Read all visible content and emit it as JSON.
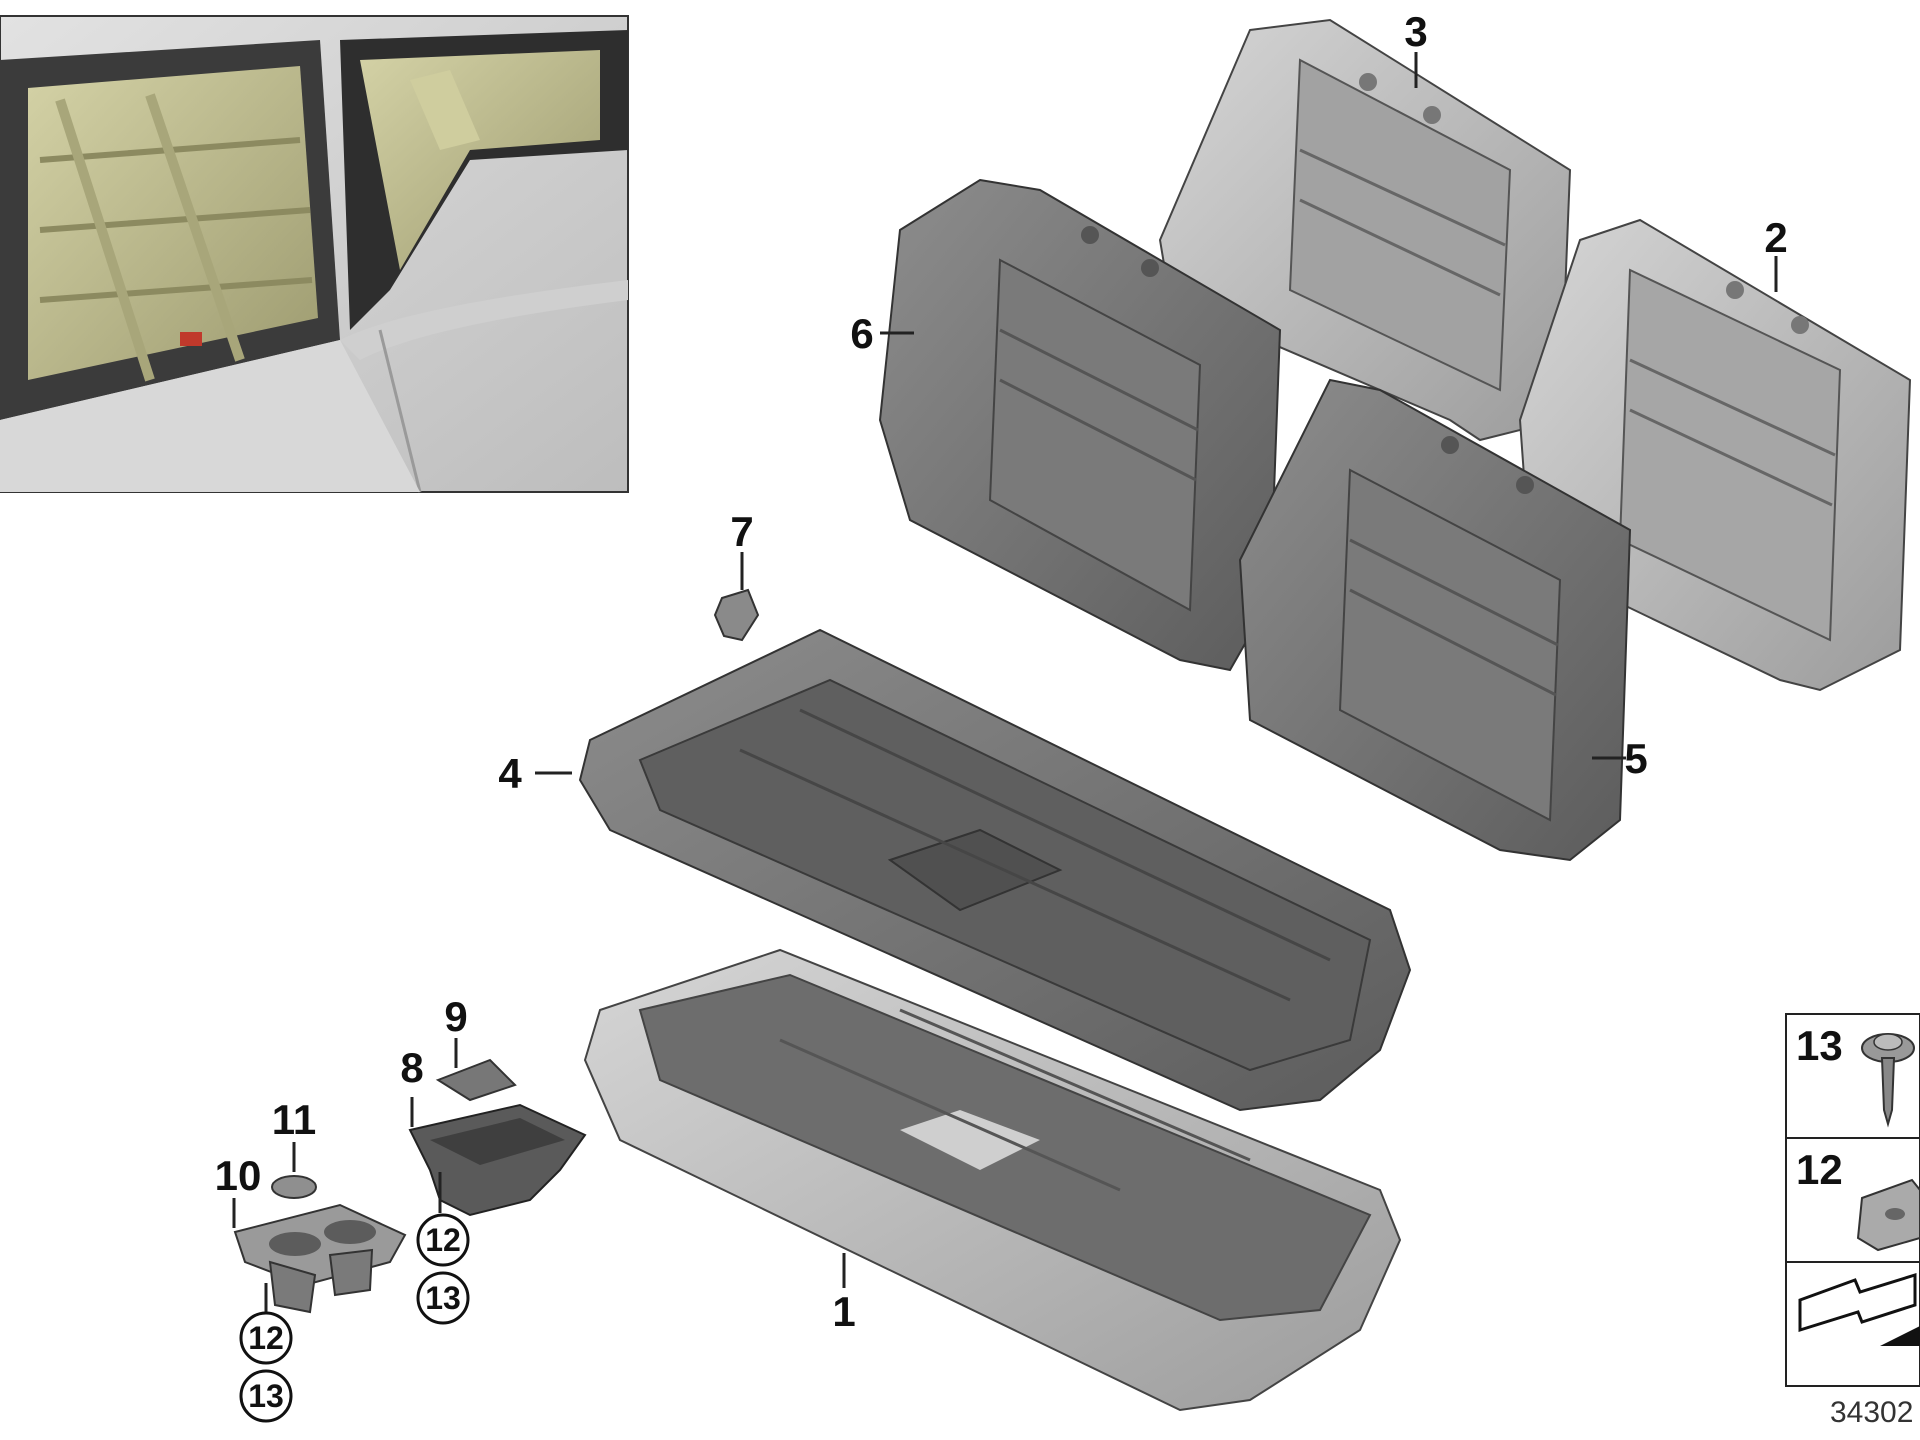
{
  "diagram": {
    "inset_photo": "vehicle-rear-door-interior-view",
    "parts": [
      {
        "id": "1",
        "label": "1"
      },
      {
        "id": "2",
        "label": "2"
      },
      {
        "id": "3",
        "label": "3"
      },
      {
        "id": "4",
        "label": "4"
      },
      {
        "id": "5",
        "label": "5"
      },
      {
        "id": "6",
        "label": "6"
      },
      {
        "id": "7",
        "label": "7"
      },
      {
        "id": "8",
        "label": "8"
      },
      {
        "id": "9",
        "label": "9"
      },
      {
        "id": "10",
        "label": "10"
      },
      {
        "id": "11",
        "label": "11"
      }
    ],
    "circled": {
      "a12": "12",
      "a13": "13",
      "b12": "12",
      "b13": "13"
    },
    "legend": {
      "row13": "13",
      "row12": "12"
    },
    "reference_number": "34302",
    "colors": {
      "part_dark": "#6f6f6f",
      "part_mid": "#8a8a8a",
      "part_light": "#b9b9b9",
      "interior_tint": "#c9c79a",
      "line": "#222222"
    }
  }
}
